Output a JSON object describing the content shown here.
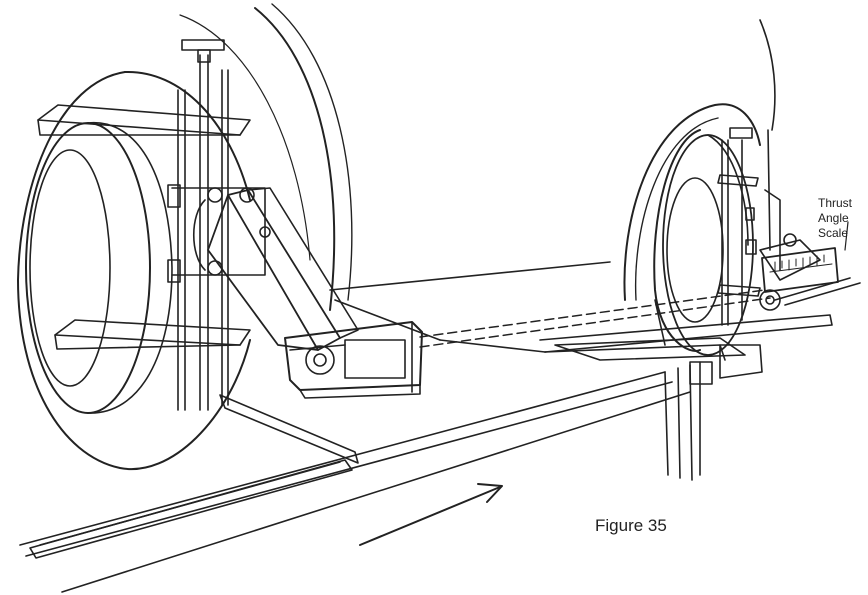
{
  "labels": {
    "thrust_angle_scale": [
      "Thrust",
      "Angle",
      "Scale"
    ]
  },
  "caption": "Figure 35",
  "colors": {
    "ink": "#222222",
    "paper": "#ffffff"
  }
}
